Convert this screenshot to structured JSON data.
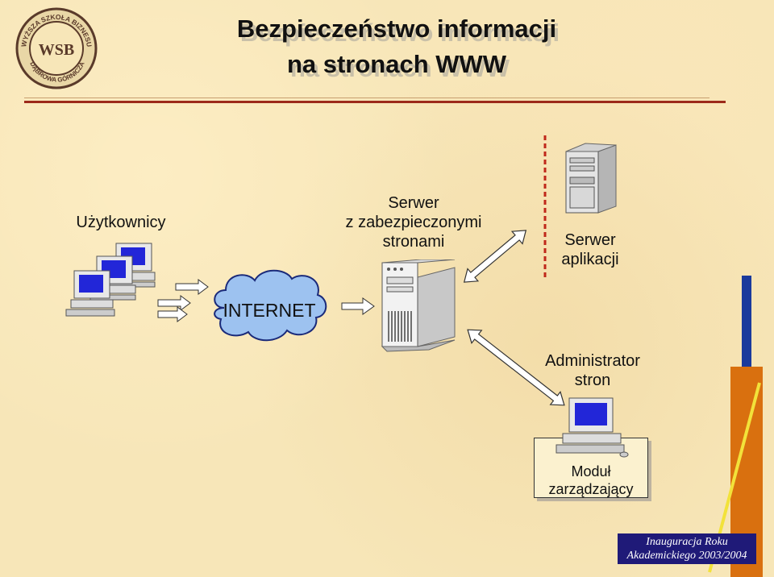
{
  "title": {
    "line1": "Bezpieczeństwo  informacji",
    "line2": "na  stronach  WWW"
  },
  "logo": {
    "text_top": "WYŻSZA SZKOŁA BIZNESU",
    "text_bottom": "DĄBROWA GÓRNICZA",
    "mark": "WSB"
  },
  "nodes": {
    "users": "Użytkownicy",
    "internet": "INTERNET",
    "secure_server": [
      "Serwer",
      "z zabezpieczonymi",
      "stronami"
    ],
    "app_server": [
      "Serwer",
      "aplikacji"
    ],
    "admin": [
      "Administrator",
      "stron"
    ],
    "module": [
      "Moduł",
      "zarządzający"
    ]
  },
  "footer": {
    "line1": "Inauguracja Roku",
    "line2": "Akademickiego 2003/2004"
  },
  "colors": {
    "accent_red": "#9c2a1a",
    "cloud": "#9dc2f0",
    "bar_blue": "#1a3a9c",
    "bar_orange": "#d9700f",
    "badge": "#1f1a78"
  }
}
